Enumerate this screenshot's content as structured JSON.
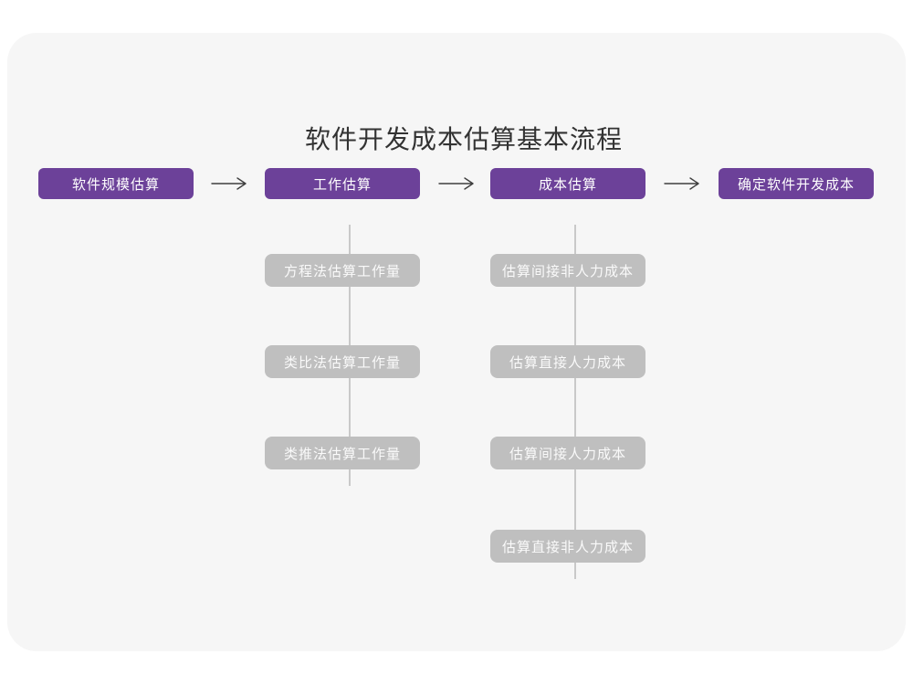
{
  "title": "软件开发成本估算基本流程",
  "colors": {
    "stage_fill": "#6c4199",
    "substep_fill": "#bfbfbf",
    "card_background": "#f6f6f6",
    "arrow_stroke": "#3f3f3f",
    "connector_stroke": "#c9c9c9",
    "title_color": "#333333"
  },
  "flow": {
    "stages": [
      {
        "label": "软件规模估算"
      },
      {
        "label": "工作估算"
      },
      {
        "label": "成本估算"
      },
      {
        "label": "确定软件开发成本"
      }
    ],
    "work_substeps": [
      {
        "label": "方程法估算工作量"
      },
      {
        "label": "类比法估算工作量"
      },
      {
        "label": "类推法估算工作量"
      }
    ],
    "cost_substeps": [
      {
        "label": "估算间接非人力成本"
      },
      {
        "label": "估算直接人力成本"
      },
      {
        "label": "估算间接人力成本"
      },
      {
        "label": "估算直接非人力成本"
      }
    ]
  }
}
